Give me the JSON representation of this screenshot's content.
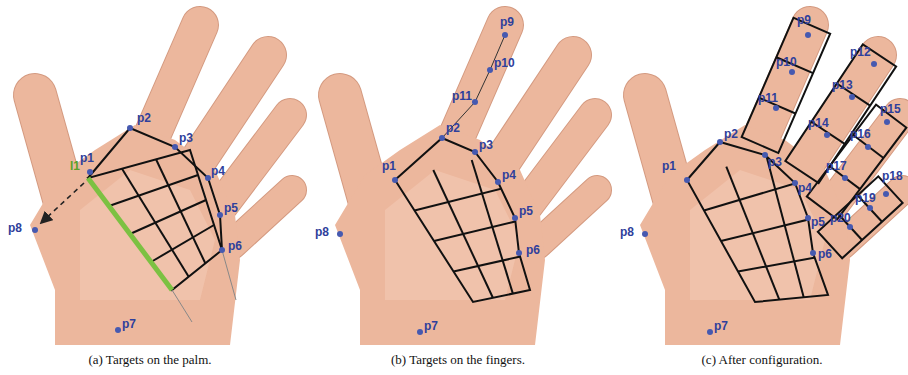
{
  "diagram": {
    "labels": [
      "l1",
      "p1",
      "p2",
      "p3",
      "p4",
      "p5",
      "p6",
      "p8",
      "p7",
      "(a) Targets on the palm.",
      "p1",
      "p2",
      "p3",
      "p4",
      "p5",
      "p6",
      "p8",
      "p7",
      "p9",
      "p10",
      "p11",
      "(b) Targets on the fingers.",
      "p1",
      "p2",
      "p3",
      "p4",
      "p5",
      "p6",
      "p8",
      "p7",
      "p9",
      "p10",
      "p11",
      "p12",
      "p13",
      "p14",
      "p15",
      "p16",
      "p17",
      "p18",
      "p19",
      "p20",
      "(c) After configuration."
    ]
  }
}
